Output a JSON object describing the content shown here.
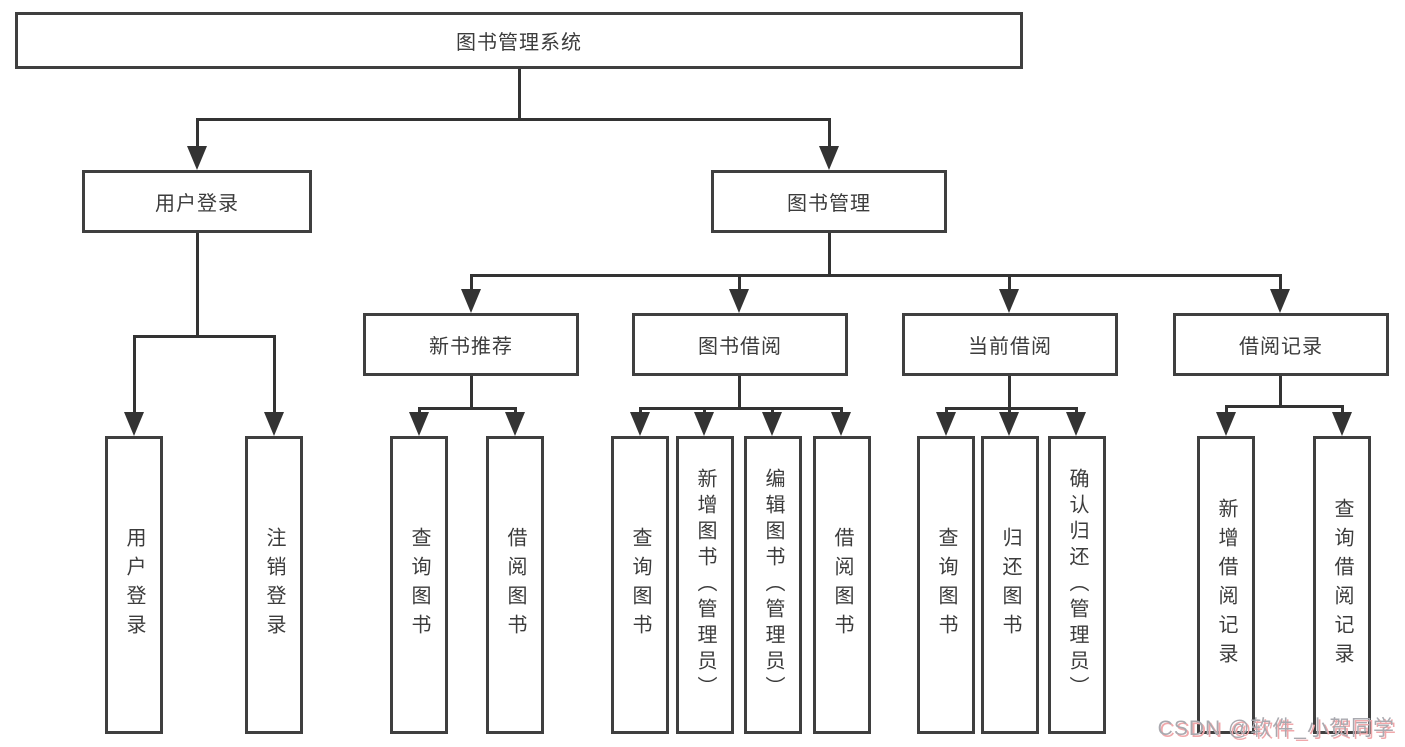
{
  "diagram": {
    "nodes": {
      "root": "图书管理系统",
      "user_login": "用户登录",
      "book_mgmt": "图书管理",
      "new_books": "新书推荐",
      "book_borrow": "图书借阅",
      "current_borrow": "当前借阅",
      "borrow_records": "借阅记录",
      "leaf_login": "用户登录",
      "leaf_logout": "注销登录",
      "leaf_nb_query": "查询图书",
      "leaf_nb_borrow": "借阅图书",
      "leaf_bw_query": "查询图书",
      "leaf_bw_add": "新增图书（管理员）",
      "leaf_bw_edit": "编辑图书（管理员）",
      "leaf_bw_borrow": "借阅图书",
      "leaf_cb_query": "查询图书",
      "leaf_cb_return": "归还图书",
      "leaf_cb_confirm": "确认归还（管理员）",
      "leaf_rec_add": "新增借阅记录",
      "leaf_rec_query": "查询借阅记录"
    }
  },
  "watermark": {
    "text": "CSDN @软件_小贺同学"
  },
  "colors": {
    "border": "#3f3f3f",
    "line": "#333333",
    "text": "#3c3c3c",
    "bg": "#ffffff",
    "wm_gray": "#a9a9af",
    "wm_pink": "#f0a8ab"
  }
}
